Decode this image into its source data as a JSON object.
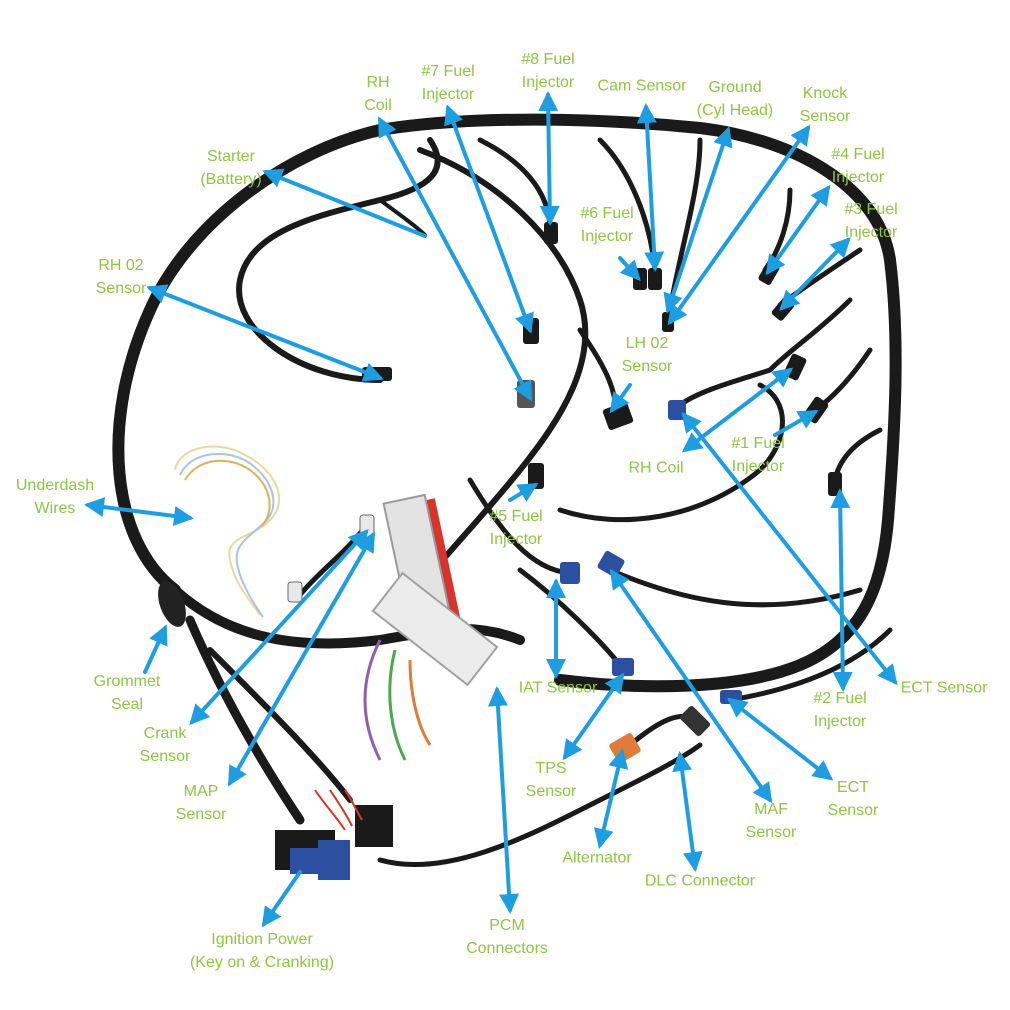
{
  "labels": {
    "rh_coil_top": [
      "RH",
      "Coil"
    ],
    "fuel_injector_7": [
      "#7 Fuel",
      "Injector"
    ],
    "fuel_injector_8": [
      "#8 Fuel",
      "Injector"
    ],
    "cam_sensor": [
      "Cam Sensor"
    ],
    "ground_cyl_head": [
      "Ground",
      "(Cyl Head)"
    ],
    "knock_sensor": [
      "Knock",
      "Sensor"
    ],
    "starter_battery": [
      "Starter",
      "(Battery)"
    ],
    "fuel_injector_4": [
      "#4 Fuel",
      "Injector"
    ],
    "fuel_injector_3": [
      "#3 Fuel",
      "Injector"
    ],
    "fuel_injector_6": [
      "#6 Fuel",
      "Injector"
    ],
    "rh_o2_sensor": [
      "RH 02",
      "Sensor"
    ],
    "lh_o2_sensor": [
      "LH 02",
      "Sensor"
    ],
    "rh_coil_mid": [
      "RH Coil"
    ],
    "fuel_injector_1": [
      "#1 Fuel",
      "Injector"
    ],
    "underdash_wires": [
      "Underdash",
      "Wires"
    ],
    "fuel_injector_5": [
      "#5 Fuel",
      "Injector"
    ],
    "grommet_seal": [
      "Grommet",
      "Seal"
    ],
    "crank_sensor": [
      "Crank",
      "Sensor"
    ],
    "iat_sensor": [
      "IAT Sensor"
    ],
    "fuel_injector_2": [
      "#2 Fuel",
      "Injector"
    ],
    "ect_sensor_right": [
      "ECT Sensor"
    ],
    "tps_sensor": [
      "TPS",
      "Sensor"
    ],
    "map_sensor": [
      "MAP",
      "Sensor"
    ],
    "maf_sensor": [
      "MAF",
      "Sensor"
    ],
    "ect_sensor_bottom": [
      "ECT",
      "Sensor"
    ],
    "alternator": [
      "Alternator"
    ],
    "dlc_connector": [
      "DLC Connector"
    ],
    "ignition_power": [
      "Ignition Power",
      "(Key on & Cranking)"
    ],
    "pcm_connectors": [
      "PCM",
      "Connectors"
    ]
  },
  "colors": {
    "label_text": "#8cc63f",
    "arrow": "#1e9ee0",
    "harness": "#1a1a1a",
    "pcm_red": "#d9342b",
    "connector_blue": "#2d4fa0"
  }
}
